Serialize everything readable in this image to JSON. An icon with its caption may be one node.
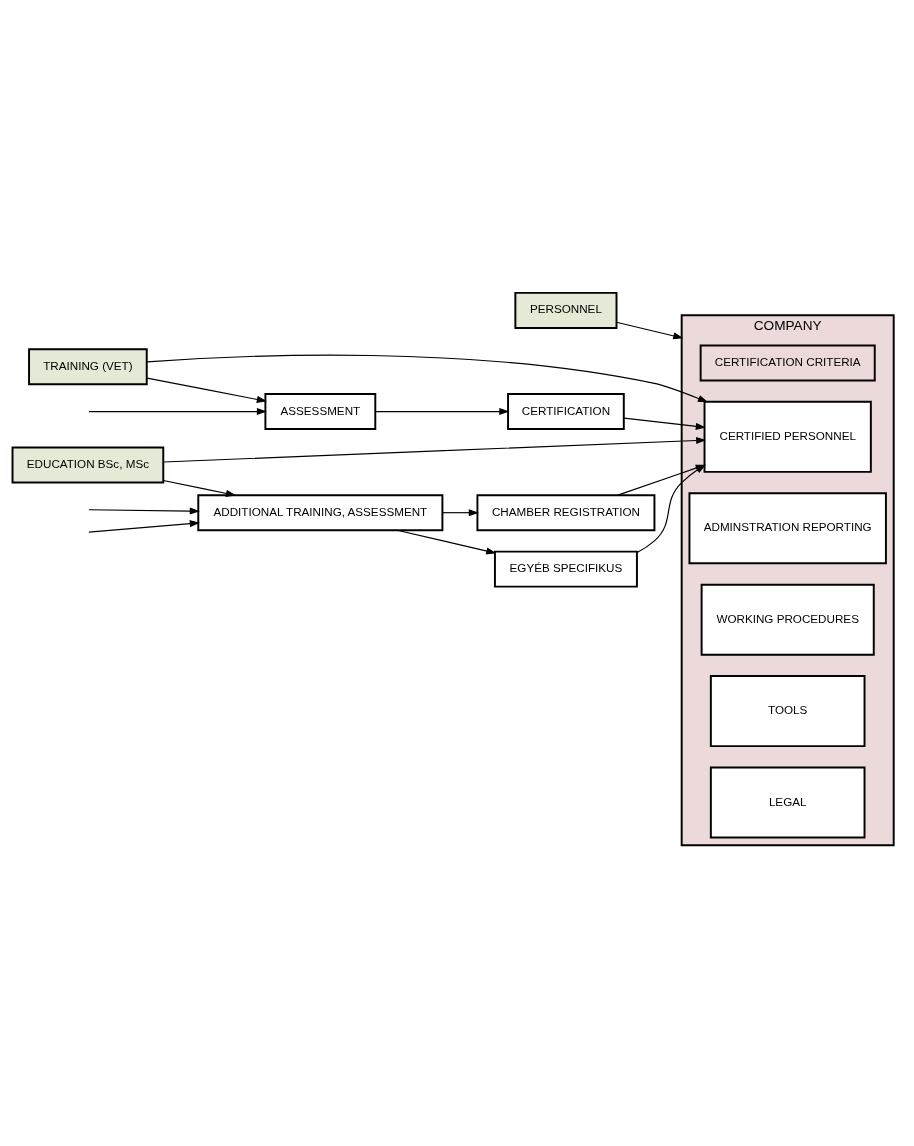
{
  "diagram": {
    "nodes": [
      {
        "text": [
          "PERSONNEL"
        ]
      },
      {
        "text": [
          "COMPANY"
        ]
      },
      {
        "text": [
          "CERTIFICATION CRITERIA"
        ],
        "in": 1
      },
      {
        "text": [
          "CERTIFIED PERSONNEL"
        ],
        "in": 1
      },
      {
        "text": [
          "ADMINSTRATION REPORTING"
        ],
        "in": 1
      },
      {
        "text": [
          "WORKING PROCEDURES"
        ],
        "in": 1
      },
      {
        "text": [
          "TOOLS"
        ],
        "in": 1
      },
      {
        "text": [
          "LEGAL"
        ],
        "in": 1
      },
      {
        "text": [
          "TRAINING (VET)"
        ]
      },
      {
        "text": [
          "ASSESSMENT"
        ]
      },
      {
        "text": [
          "CERTIFICATION"
        ]
      },
      {
        "text": [
          "EDUCATION BSc, MSc"
        ]
      },
      {
        "text": [
          "ADDITIONAL TRAINING, ASSESSMENT"
        ]
      },
      {
        "text": [
          "CHAMBER REGISTRATION"
        ]
      },
      {
        "text": [
          "EGYÉB SPECIFIKUS"
        ]
      }
    ],
    "edges": [
      {
        "from": 0,
        "to": 1,
        "arrow": "to"
      },
      {
        "from": 8,
        "to": 3,
        "arrow": "to"
      },
      {
        "from": 8,
        "to": 9,
        "arrow": "to"
      },
      {
        "from": null,
        "to": 9,
        "arrow": "to"
      },
      {
        "from": 9,
        "to": 10,
        "arrow": "to"
      },
      {
        "from": 10,
        "to": 3,
        "arrow": "to"
      },
      {
        "from": 11,
        "to": 3,
        "arrow": "to"
      },
      {
        "from": 11,
        "to": 12,
        "arrow": "to"
      },
      {
        "from": null,
        "to": 12,
        "arrow": "to"
      },
      {
        "from": null,
        "to": 12,
        "arrow": "to"
      },
      {
        "from": 12,
        "to": 13,
        "arrow": "to"
      },
      {
        "from": 12,
        "to": 14,
        "arrow": "to"
      },
      {
        "from": 13,
        "to": 3,
        "arrow": "to"
      },
      {
        "from": 14,
        "to": 3,
        "arrow": "to"
      }
    ]
  }
}
